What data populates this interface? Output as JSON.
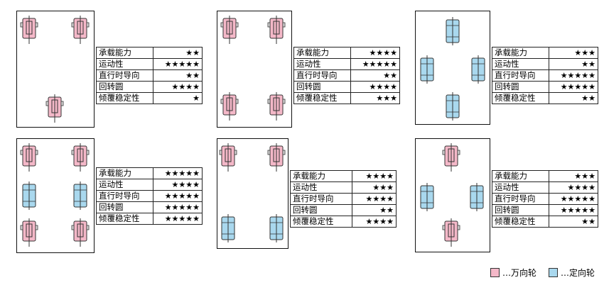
{
  "diagrams": [
    {
      "rows": [
        {
          "label": "承载能力",
          "stars": "★★"
        },
        {
          "label": "运动性",
          "stars": "★★★★★"
        },
        {
          "label": "直行时导向",
          "stars": "★★"
        },
        {
          "label": "回转圆",
          "stars": "★★★★"
        },
        {
          "label": "倾覆稳定性",
          "stars": "★"
        }
      ],
      "wheels": [
        "caster",
        "caster",
        "caster"
      ]
    },
    {
      "rows": [
        {
          "label": "承载能力",
          "stars": "★★★★"
        },
        {
          "label": "运动性",
          "stars": "★★★★★"
        },
        {
          "label": "直行时导向",
          "stars": "★★"
        },
        {
          "label": "回转圆",
          "stars": "★★★★"
        },
        {
          "label": "倾覆稳定性",
          "stars": "★★★"
        }
      ],
      "wheels": [
        "caster",
        "caster",
        "caster",
        "caster"
      ]
    },
    {
      "rows": [
        {
          "label": "承载能力",
          "stars": "★★★"
        },
        {
          "label": "运动性",
          "stars": "★★"
        },
        {
          "label": "直行时导向",
          "stars": "★★★★★"
        },
        {
          "label": "回转圆",
          "stars": "★★★★★"
        },
        {
          "label": "倾覆稳定性",
          "stars": "★★"
        }
      ],
      "wheels": [
        "fixed",
        "fixed",
        "fixed",
        "fixed"
      ]
    },
    {
      "rows": [
        {
          "label": "承载能力",
          "stars": "★★★★★"
        },
        {
          "label": "运动性",
          "stars": "★★★★"
        },
        {
          "label": "直行时导向",
          "stars": "★★★★★"
        },
        {
          "label": "回转圆",
          "stars": "★★★★★"
        },
        {
          "label": "倾覆稳定性",
          "stars": "★★★★★"
        }
      ],
      "wheels": [
        "caster",
        "caster",
        "fixed",
        "fixed",
        "caster",
        "caster"
      ]
    },
    {
      "rows": [
        {
          "label": "承载能力",
          "stars": "★★★★"
        },
        {
          "label": "运动性",
          "stars": "★★★"
        },
        {
          "label": "直行时导向",
          "stars": "★★★★"
        },
        {
          "label": "回转圆",
          "stars": "★★"
        },
        {
          "label": "倾覆稳定性",
          "stars": "★★★★"
        }
      ],
      "wheels": [
        "caster",
        "caster",
        "fixed",
        "fixed"
      ]
    },
    {
      "rows": [
        {
          "label": "承载能力",
          "stars": "★★★"
        },
        {
          "label": "运动性",
          "stars": "★★★★"
        },
        {
          "label": "直行时导向",
          "stars": "★★★★★"
        },
        {
          "label": "回转圆",
          "stars": "★★★★★"
        },
        {
          "label": "倾覆稳定性",
          "stars": "★★"
        }
      ],
      "wheels": [
        "caster",
        "fixed",
        "fixed",
        "caster"
      ]
    }
  ],
  "legend": {
    "caster_label": "…万向轮",
    "fixed_label": "…定向轮",
    "caster_color": "#f4b8c8",
    "fixed_color": "#a9d8ee"
  }
}
